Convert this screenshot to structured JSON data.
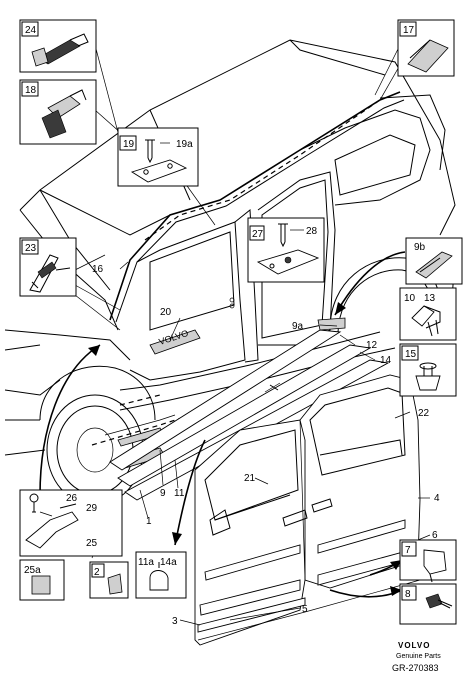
{
  "diagram": {
    "brand": "VOLVO",
    "brand_sub": "Genuine Parts",
    "part_code": "GR-270383"
  },
  "callouts": {
    "c1": "1",
    "c2": "2",
    "c3": "3",
    "c4": "4",
    "c5": "5",
    "c6": "6",
    "c7": "7",
    "c8": "8",
    "c9": "9",
    "c9a": "9a",
    "c9b": "9b",
    "c10": "10",
    "c11": "11",
    "c11a": "11a",
    "c12": "12",
    "c13": "13",
    "c14": "14",
    "c14a": "14a",
    "c15": "15",
    "c16": "16",
    "c17": "17",
    "c18": "18",
    "c19": "19",
    "c19a": "19a",
    "c20": "20",
    "c21": "21",
    "c22": "22",
    "c23": "23",
    "c24": "24",
    "c25": "25",
    "c25a": "25a",
    "c26": "26",
    "c27": "27",
    "c28": "28",
    "c29": "29"
  }
}
